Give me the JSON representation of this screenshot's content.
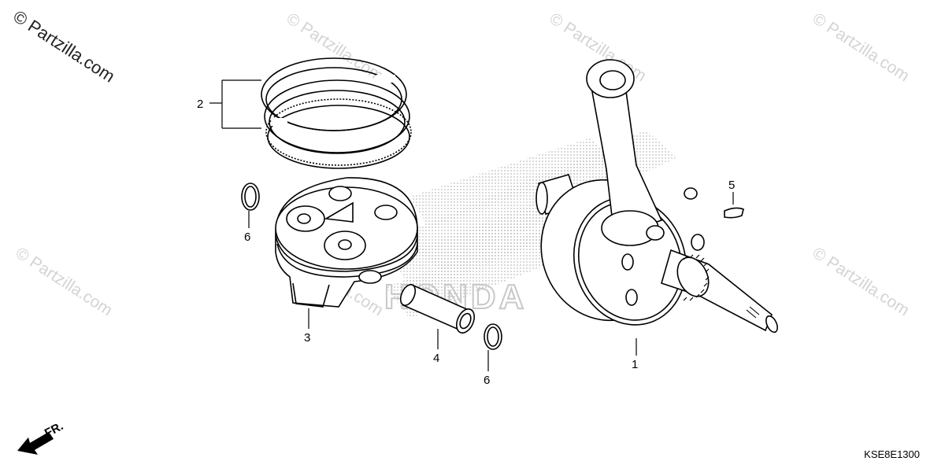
{
  "watermark": {
    "main": "© Partzilla.com",
    "repeat": "© Partzilla.com"
  },
  "callouts": {
    "crankshaft": "1",
    "piston_ring_set": "2",
    "piston": "3",
    "piston_pin": "4",
    "woodruff_key": "5",
    "clip_left": "6",
    "clip_right": "6"
  },
  "brand_ghost": "HONDA",
  "direction_label": "FR.",
  "diagram_code": "KSE8E1300",
  "colors": {
    "line": "#000000",
    "watermark": "#d4d4d4",
    "dots": "#bdbdbd"
  }
}
